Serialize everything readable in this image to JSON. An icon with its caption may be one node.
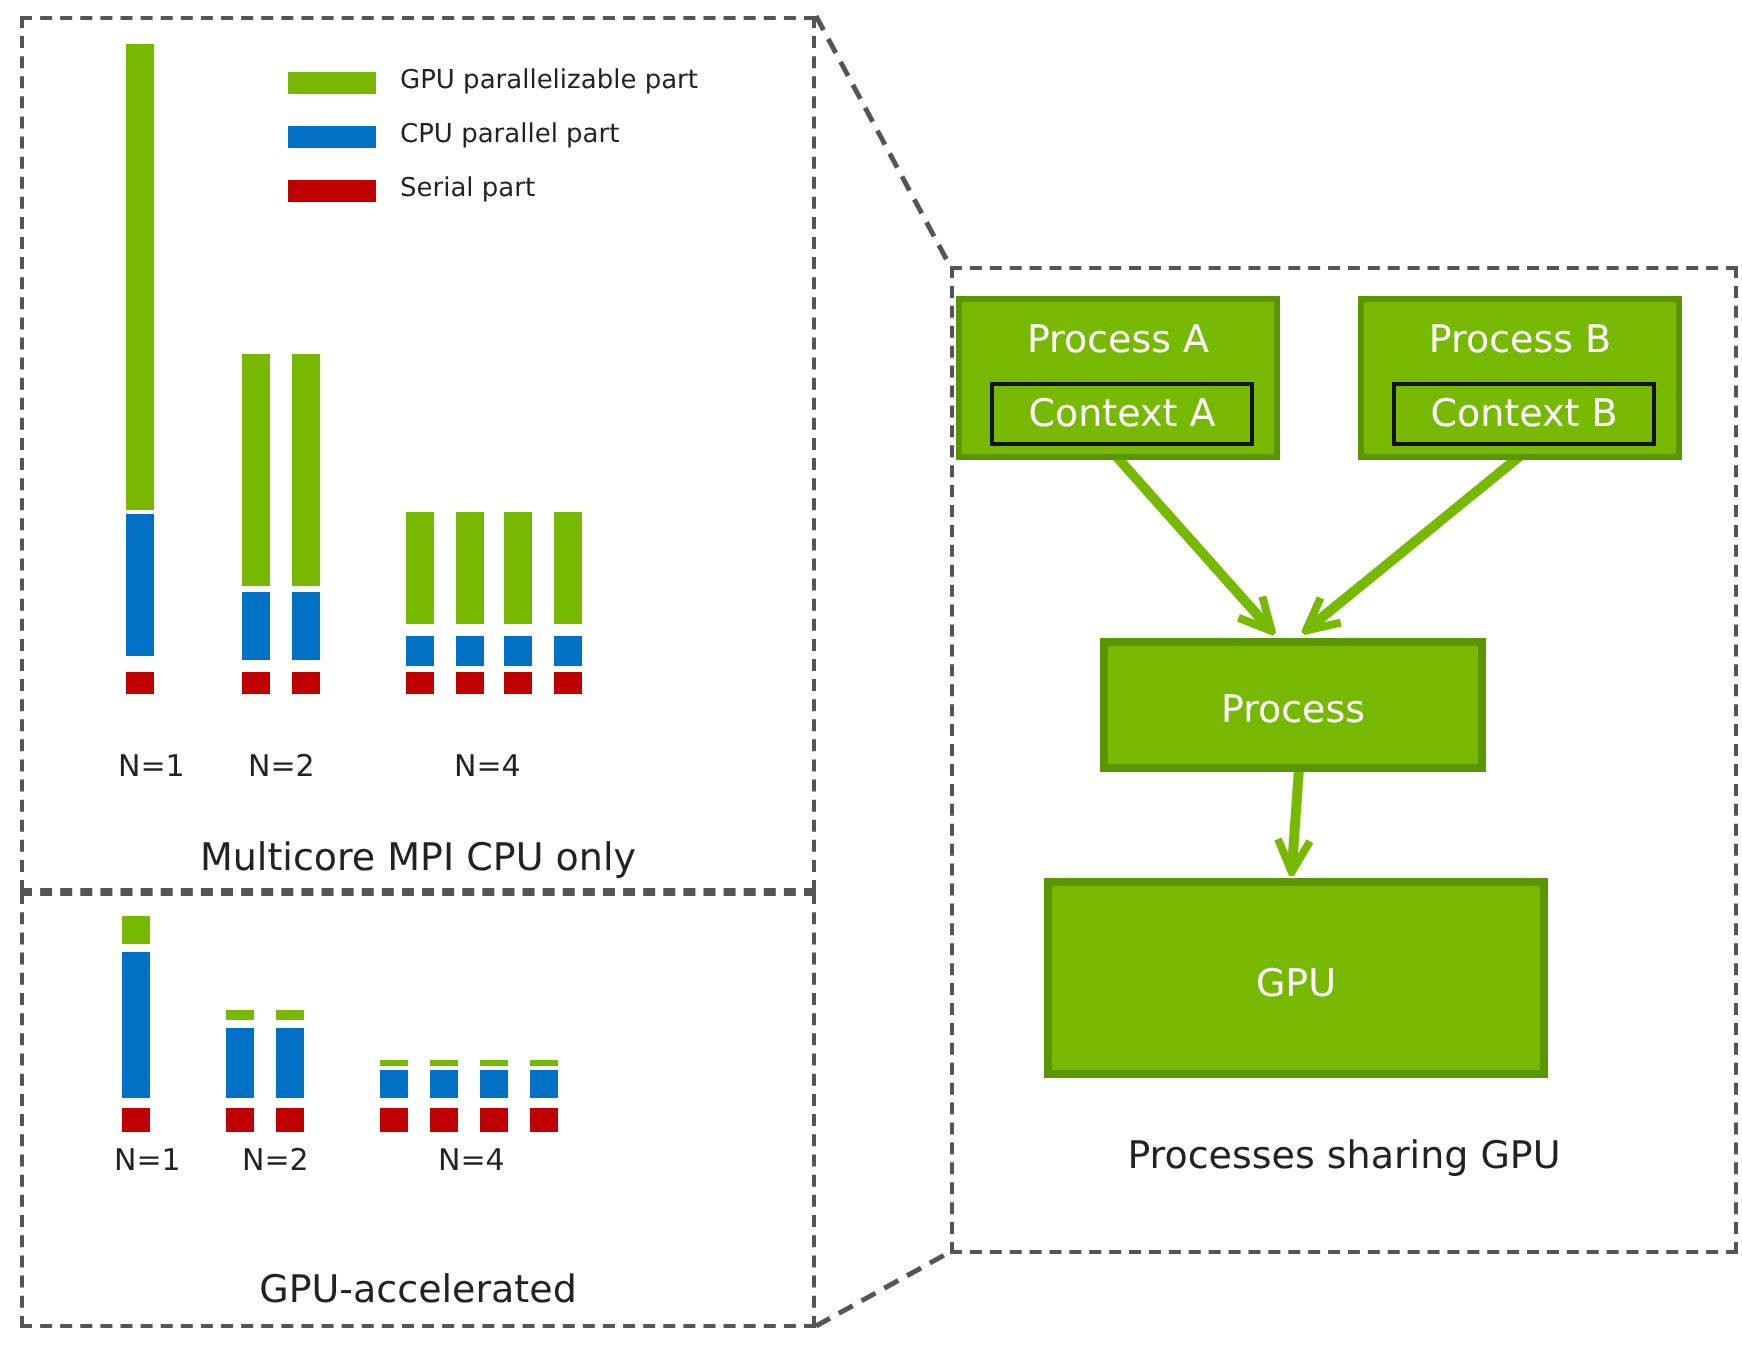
{
  "diagram": {
    "nodes": [
      {
        "text": [
          "Multicore MPI CPU only"
        ]
      },
      {
        "text": [
          "GPU-accelerated"
        ]
      },
      {
        "text": [
          "Processes sharing GPU"
        ]
      },
      {
        "text": [
          "Process A"
        ],
        "in": 2
      },
      {
        "text": [
          "Context A"
        ],
        "in": 3
      },
      {
        "text": [
          "Process B"
        ],
        "in": 2
      },
      {
        "text": [
          "Context B"
        ],
        "in": 5
      },
      {
        "text": [
          "Process"
        ],
        "in": 2
      },
      {
        "text": [
          "GPU"
        ],
        "in": 2
      }
    ],
    "edges": [
      {
        "from": 0,
        "to": 2,
        "arrow": "none",
        "style": "dashed",
        "color": "#555555"
      },
      {
        "from": 1,
        "to": 2,
        "arrow": "none",
        "style": "dashed",
        "color": "#555555"
      },
      {
        "from": 3,
        "to": 7,
        "arrow": "to"
      },
      {
        "from": 5,
        "to": 7,
        "arrow": "to"
      },
      {
        "from": 7,
        "to": 8,
        "arrow": "to"
      }
    ],
    "labels": [
      "N=1",
      "N=2",
      "N=4",
      "N=1",
      "N=2",
      "N=4"
    ],
    "legend": [
      {
        "text": "GPU parallelizable part",
        "color": "#76b900"
      },
      {
        "text": "CPU parallel part",
        "color": "#0071c5"
      },
      {
        "text": "Serial part",
        "color": "#c00000"
      }
    ]
  }
}
